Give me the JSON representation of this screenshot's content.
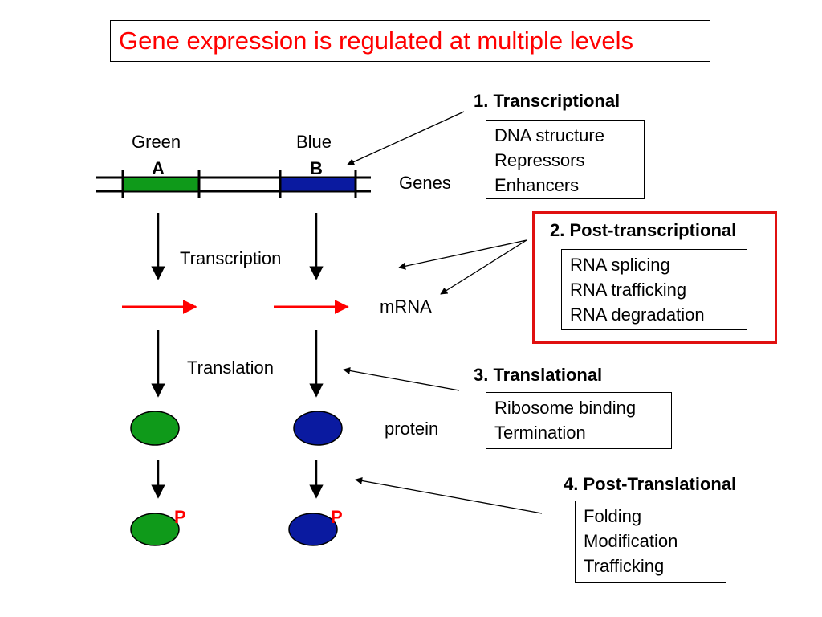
{
  "title": "Gene expression is regulated at multiple levels",
  "genes": {
    "green_name": "Green",
    "green_letter": "A",
    "blue_name": "Blue",
    "blue_letter": "B",
    "label": "Genes"
  },
  "process": {
    "transcription": "Transcription",
    "translation": "Translation",
    "mrna": "mRNA",
    "protein": "protein",
    "phospho_green": "P",
    "phospho_blue": "P"
  },
  "levels": [
    {
      "heading": "1. Transcriptional",
      "items": [
        "DNA structure",
        "Repressors",
        "Enhancers"
      ]
    },
    {
      "heading": "2. Post-transcriptional",
      "items": [
        "RNA splicing",
        "RNA trafficking",
        "RNA degradation"
      ]
    },
    {
      "heading": "3. Translational",
      "items": [
        "Ribosome binding",
        "Termination"
      ]
    },
    {
      "heading": "4. Post-Translational",
      "items": [
        "Folding",
        "Modification",
        "Trafficking"
      ]
    }
  ],
  "colors": {
    "green": "#0f9a1a",
    "blue": "#0a1aa0",
    "red": "#ff0000",
    "highlight_frame": "#e01010"
  }
}
